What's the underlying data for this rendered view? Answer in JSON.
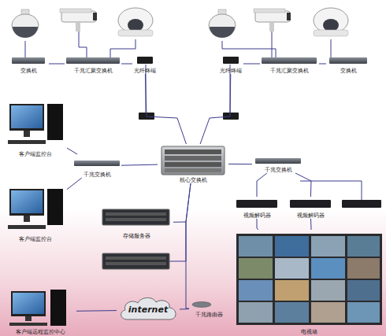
{
  "diagram": {
    "nodes": [
      {
        "text": [
          "交换机"
        ]
      },
      {
        "text": [
          "千兆汇聚交换机"
        ]
      },
      {
        "text": [
          "光纤终端"
        ]
      },
      {
        "text": [
          "光纤终端"
        ]
      },
      {
        "text": [
          "千兆汇聚交换机"
        ]
      },
      {
        "text": [
          "交换机"
        ]
      },
      {
        "text": [
          "客户端监控台"
        ]
      },
      {
        "text": [
          "千兆交换机"
        ]
      },
      {
        "text": [
          "核心交换机"
        ]
      },
      {
        "text": [
          "千兆交换机"
        ]
      },
      {
        "text": [
          "客户端监控台"
        ]
      },
      {
        "text": [
          "视频解码器"
        ]
      },
      {
        "text": [
          "视频解码器"
        ]
      },
      {
        "text": [
          "存储服务器"
        ]
      },
      {
        "text": [
          "电视墙"
        ]
      },
      {
        "text": [
          "客户端远程监控中心"
        ]
      },
      {
        "text": [
          "internet"
        ]
      },
      {
        "text": [
          "千兆路由器"
        ]
      }
    ],
    "edges": [
      {
        "from": 0,
        "to": 1,
        "arrow": "none"
      },
      {
        "from": 1,
        "to": 2,
        "arrow": "none"
      },
      {
        "from": 2,
        "to": 8,
        "arrow": "none"
      },
      {
        "from": 5,
        "to": 4,
        "arrow": "none"
      },
      {
        "from": 4,
        "to": 3,
        "arrow": "none"
      },
      {
        "from": 3,
        "to": 8,
        "arrow": "none"
      },
      {
        "from": 8,
        "to": 7,
        "arrow": "none"
      },
      {
        "from": 7,
        "to": 6,
        "arrow": "none"
      },
      {
        "from": 7,
        "to": 10,
        "arrow": "none"
      },
      {
        "from": 8,
        "to": 9,
        "arrow": "none"
      },
      {
        "from": 9,
        "to": 11,
        "arrow": "none"
      },
      {
        "from": 9,
        "to": 12,
        "arrow": "none"
      },
      {
        "from": 11,
        "to": 14,
        "arrow": "none"
      },
      {
        "from": 12,
        "to": 14,
        "arrow": "none"
      },
      {
        "from": 8,
        "to": 13,
        "arrow": "none"
      },
      {
        "from": 8,
        "to": 17,
        "arrow": "none"
      },
      {
        "from": 17,
        "to": 16,
        "arrow": "none"
      },
      {
        "from": 16,
        "to": 15,
        "arrow": "none"
      }
    ]
  }
}
